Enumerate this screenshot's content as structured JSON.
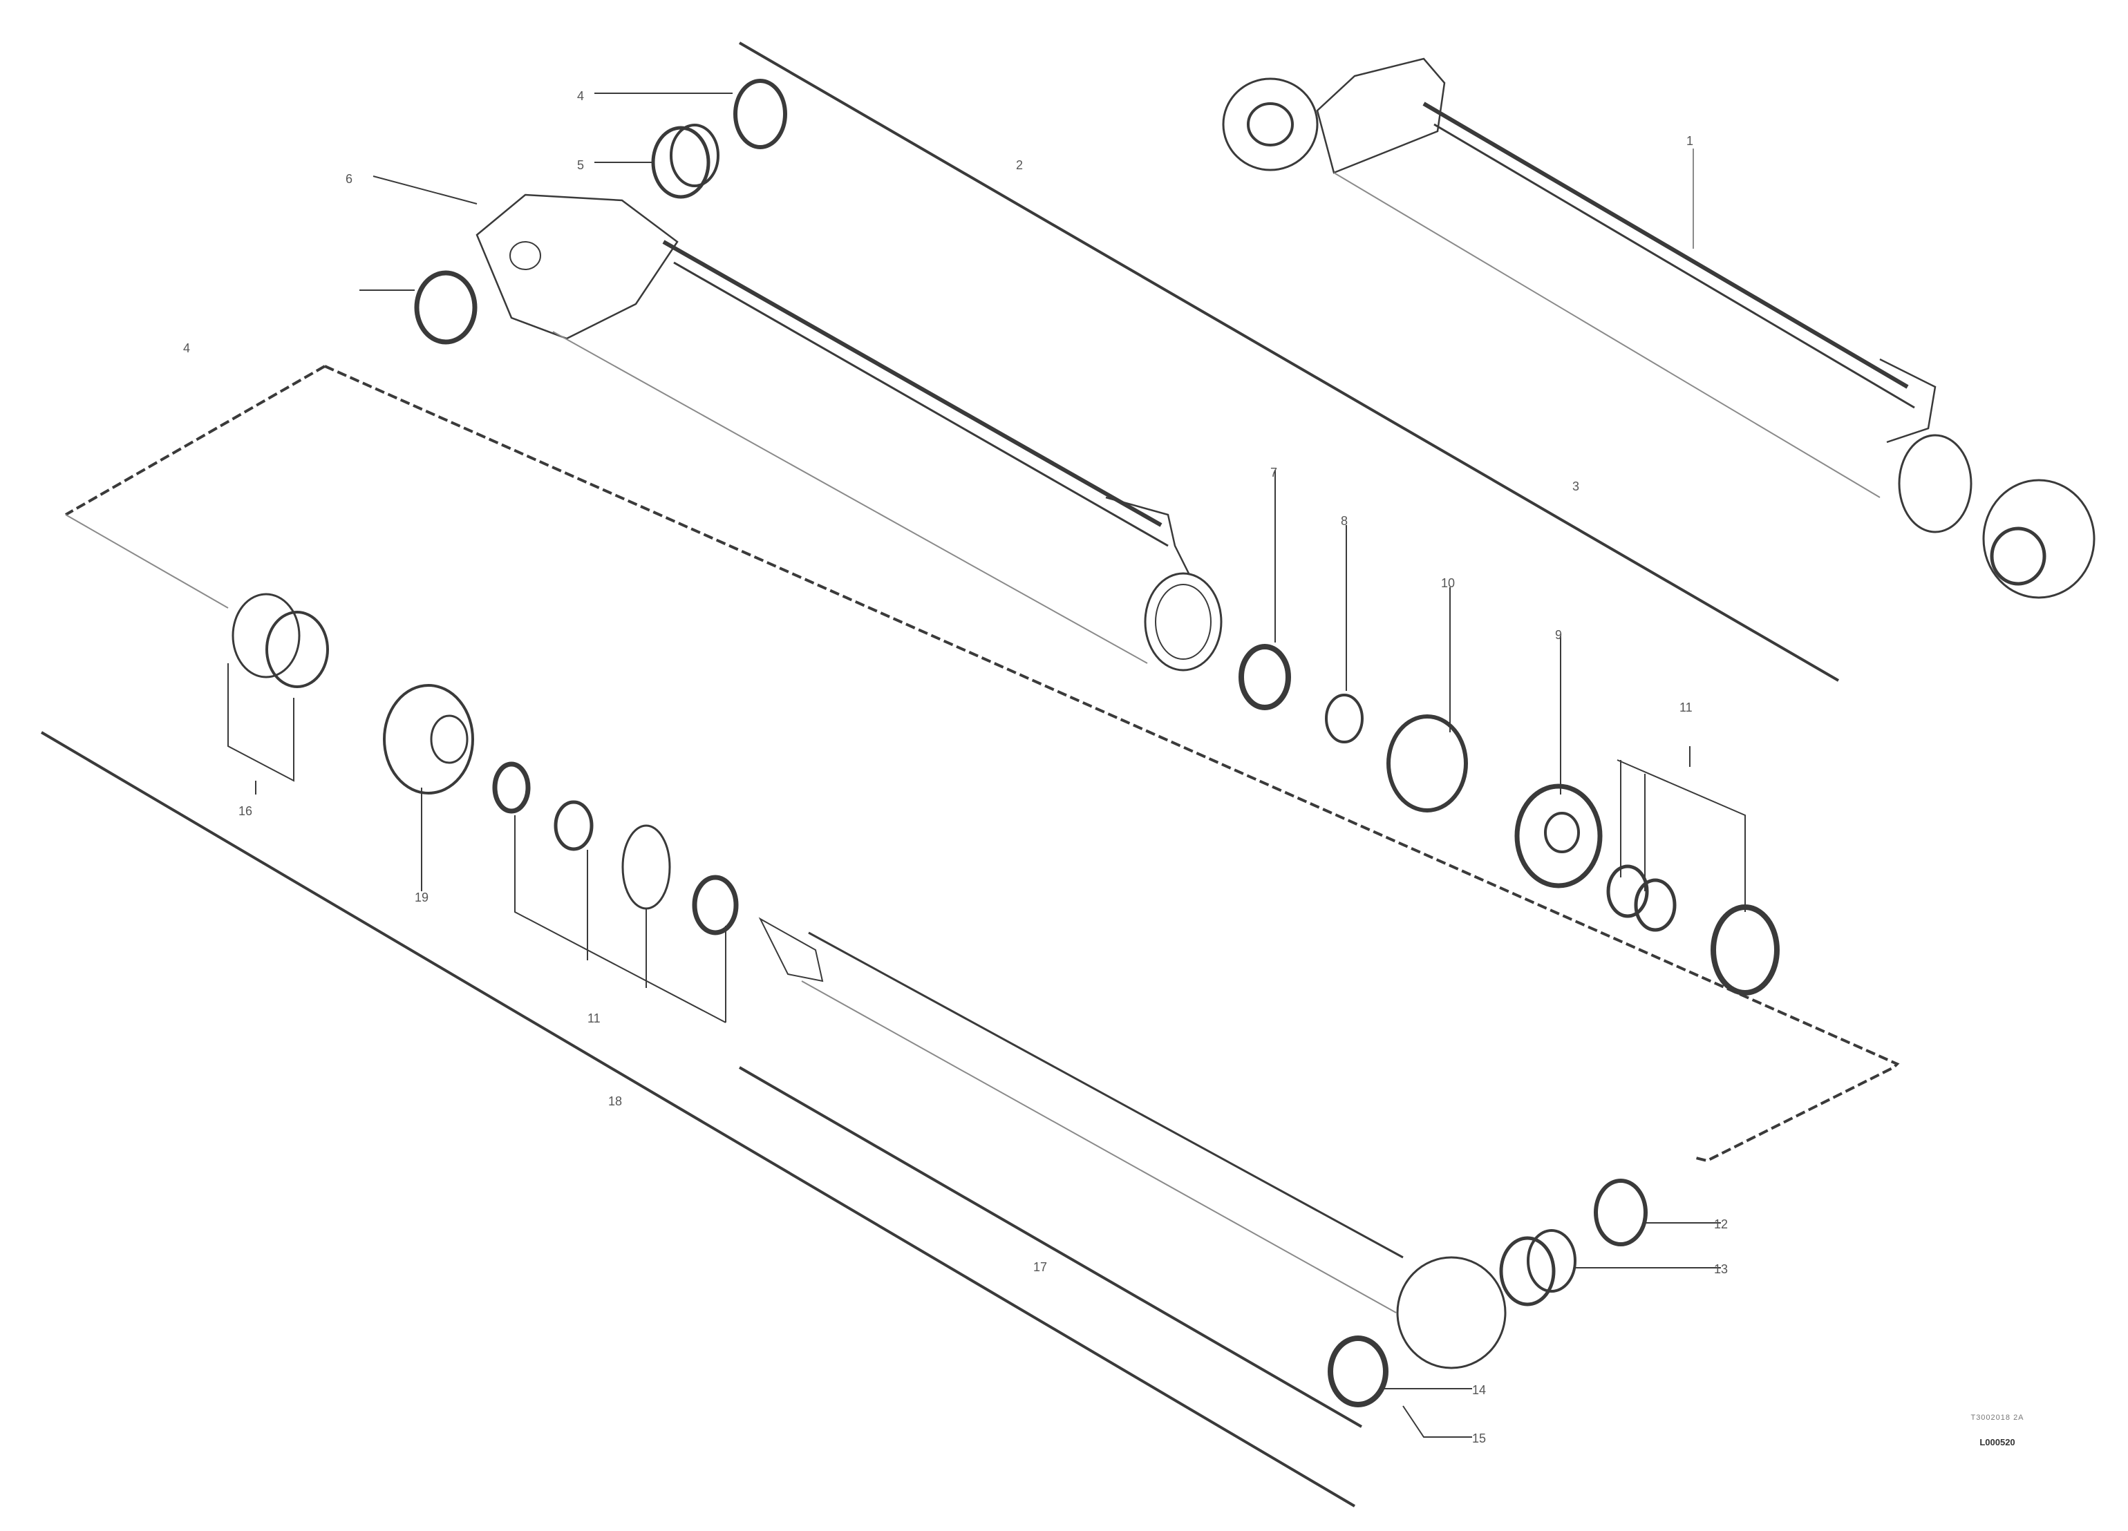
{
  "diagram": {
    "callouts": [
      {
        "id": "c-1",
        "text": "1"
      },
      {
        "id": "c-2",
        "text": "2"
      },
      {
        "id": "c-3",
        "text": "3"
      },
      {
        "id": "c-4",
        "text": "4"
      },
      {
        "id": "c-5",
        "text": "5"
      },
      {
        "id": "c-6",
        "text": "6"
      },
      {
        "id": "c-7",
        "text": "7"
      },
      {
        "id": "c-8",
        "text": "8"
      },
      {
        "id": "c-9",
        "text": "9"
      },
      {
        "id": "c-10",
        "text": "10"
      },
      {
        "id": "c-11",
        "text": "11"
      },
      {
        "id": "c-12",
        "text": "12"
      },
      {
        "id": "c-13",
        "text": "13"
      },
      {
        "id": "c-14",
        "text": "14"
      },
      {
        "id": "c-15",
        "text": "15"
      },
      {
        "id": "c-16",
        "text": "16"
      },
      {
        "id": "c-17",
        "text": "17"
      },
      {
        "id": "c-18",
        "text": "18"
      },
      {
        "id": "c-19",
        "text": "19"
      }
    ]
  },
  "stamp": {
    "line1": "T3002018 2A",
    "line2": "L000520"
  },
  "colors": {
    "line": "#3a3a3a",
    "thin": "#8a8a8a",
    "label": "#555555"
  }
}
